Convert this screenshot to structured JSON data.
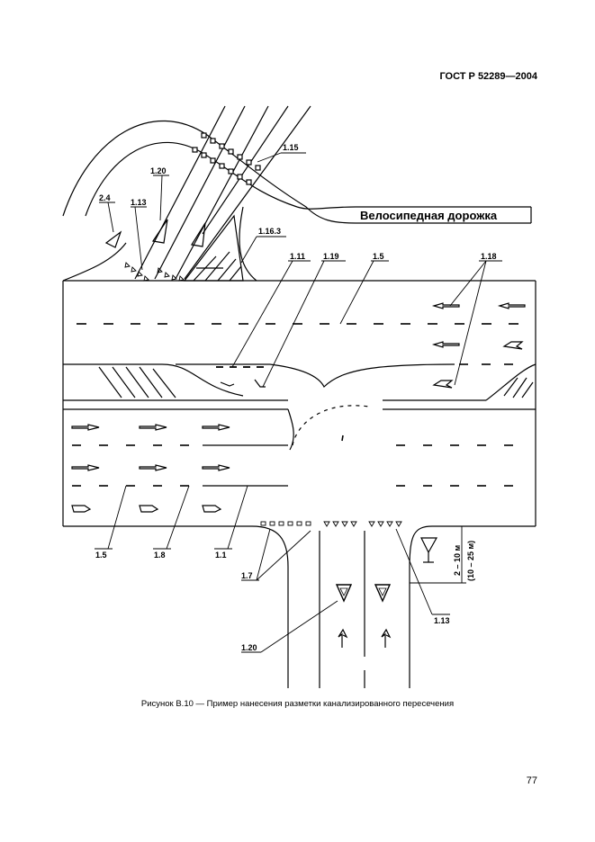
{
  "header": {
    "standard": "ГОСТ Р 52289—2004"
  },
  "figure": {
    "caption": "Рисунок В.10 — Пример нанесения разметки канализированного пересечения",
    "bike_path_label": "Велосипедная дорожка",
    "distance_label": "2 – 10 м",
    "distance_label_alt": "(10 – 25 м)",
    "labels": {
      "m_1_15": "1.15",
      "m_1_20_top": "1.20",
      "m_2_4": "2.4",
      "m_1_13_top": "1.13",
      "m_1_16_3": "1.16.3",
      "m_1_11": "1.11",
      "m_1_19": "1.19",
      "m_1_5_top": "1.5",
      "m_1_18": "1.18",
      "m_1_5_bottom": "1.5",
      "m_1_8": "1.8",
      "m_1_1": "1.1",
      "m_1_7": "1.7",
      "m_1_13_bottom": "1.13",
      "m_1_20_bottom": "1.20"
    }
  },
  "footer": {
    "page_number": "77"
  }
}
